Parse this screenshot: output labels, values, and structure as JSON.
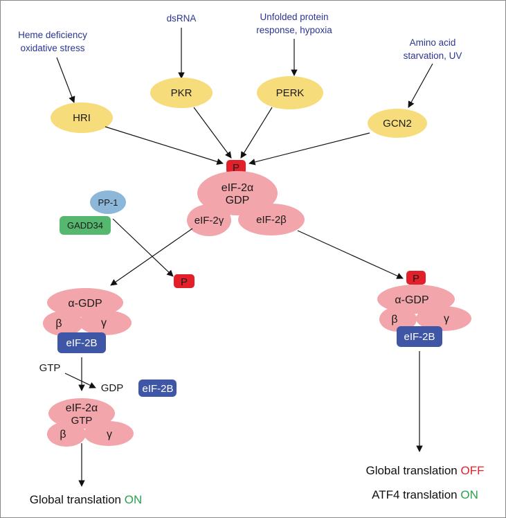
{
  "stimuli": {
    "hri": [
      "Heme deficiency",
      "oxidative stress"
    ],
    "pkr": [
      "dsRNA"
    ],
    "perk": [
      "Unfolded protein",
      "response, hypoxia"
    ],
    "gcn2": [
      "Amino acid",
      "starvation, UV"
    ]
  },
  "kinases": {
    "hri": "HRI",
    "pkr": "PKR",
    "perk": "PERK",
    "gcn2": "GCN2"
  },
  "phospho": "P",
  "eif2_complex": {
    "alpha": "eIF-2α",
    "gdp": "GDP",
    "gamma": "eIF-2γ",
    "beta": "eIF-2β"
  },
  "phosphatase": {
    "pp1": "PP-1",
    "gadd34": "GADD34"
  },
  "left_branch": {
    "alpha_gdp": "α-GDP",
    "beta": "β",
    "gamma": "γ",
    "eif2b": "eIF-2B",
    "gtp": "GTP",
    "gdp": "GDP",
    "free_eif2b": "eIF-2B",
    "active_alpha": "eIF-2α",
    "active_gtp": "GTP",
    "active_beta": "β",
    "active_gamma": "γ",
    "outcome_prefix": "Global translation",
    "outcome_state": "ON"
  },
  "right_branch": {
    "alpha_gdp": "α-GDP",
    "beta": "β",
    "gamma": "γ",
    "eif2b": "eIF-2B",
    "outcome1_prefix": "Global translation",
    "outcome1_state": "OFF",
    "outcome2_prefix": "ATF4 translation",
    "outcome2_state": "ON"
  },
  "colors": {
    "kinase": "#f7dc7c",
    "subunit": "#f2a5aa",
    "eif2b": "#3f56a6",
    "phospho": "#e3202a",
    "pp1": "#8db7d9",
    "gadd34": "#55b86e",
    "stimulus_text": "#2b3590",
    "on": "#2aa14c",
    "off": "#e3202a"
  }
}
